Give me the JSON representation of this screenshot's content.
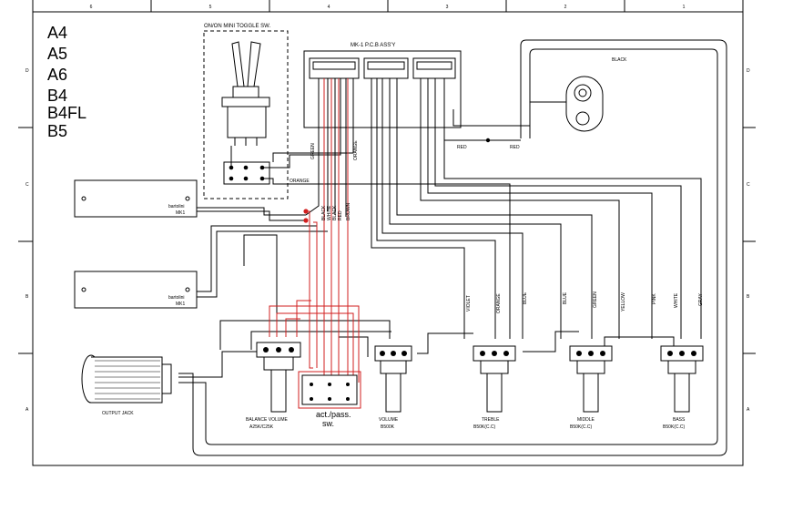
{
  "models": [
    "A4",
    "A5",
    "A6",
    "B4",
    "B4FL",
    "B5"
  ],
  "border": {
    "columns": [
      "6",
      "5",
      "4",
      "3",
      "2",
      "1"
    ],
    "rows": [
      "D",
      "C",
      "B",
      "A"
    ]
  },
  "toggle_switch": {
    "label": "ON/ON MINI TOGGLE SW."
  },
  "pcb": {
    "label": "MK-1 P.C.B ASS'Y"
  },
  "pickups": [
    {
      "brand": "bartolini",
      "model": "MK1"
    },
    {
      "brand": "bartolini",
      "model": "MK1"
    }
  ],
  "output_jack": {
    "label": "OUTPUT JACK"
  },
  "act_pass_switch": {
    "line1": "act./pass.",
    "line2": "sw."
  },
  "controls": [
    {
      "name": "BALANCE VOLUME",
      "value": "A25K/C25K"
    },
    {
      "name": "VOLUME",
      "value": "B500K"
    },
    {
      "name": "TREBLE",
      "value": "B50K(C.C)"
    },
    {
      "name": "MIDDLE",
      "value": "B50K(C.C)"
    },
    {
      "name": "BASS",
      "value": "B50K(C.C)"
    }
  ],
  "wire_labels": {
    "black_top": "BLACK",
    "red_left": "RED",
    "red_right": "RED",
    "green": "GREEN",
    "orange_vert": "ORANGE",
    "orange_horiz": "ORANGE",
    "black_small": "BLACK",
    "white_small": "WHITE",
    "black_small2": "BLACK",
    "red_small": "RED",
    "brown_small": "BROWN",
    "violet": "VIOLET",
    "orange_treble": "ORANGE",
    "blue_treble": "BLUE",
    "blue_middle": "BLUE",
    "green_middle": "GREEN",
    "yellow": "YELLOW",
    "pink": "PINK",
    "white": "WHITE",
    "gray": "GRAY"
  },
  "colors": {
    "wire": "#000000",
    "red_wire": "#d21f1f"
  }
}
